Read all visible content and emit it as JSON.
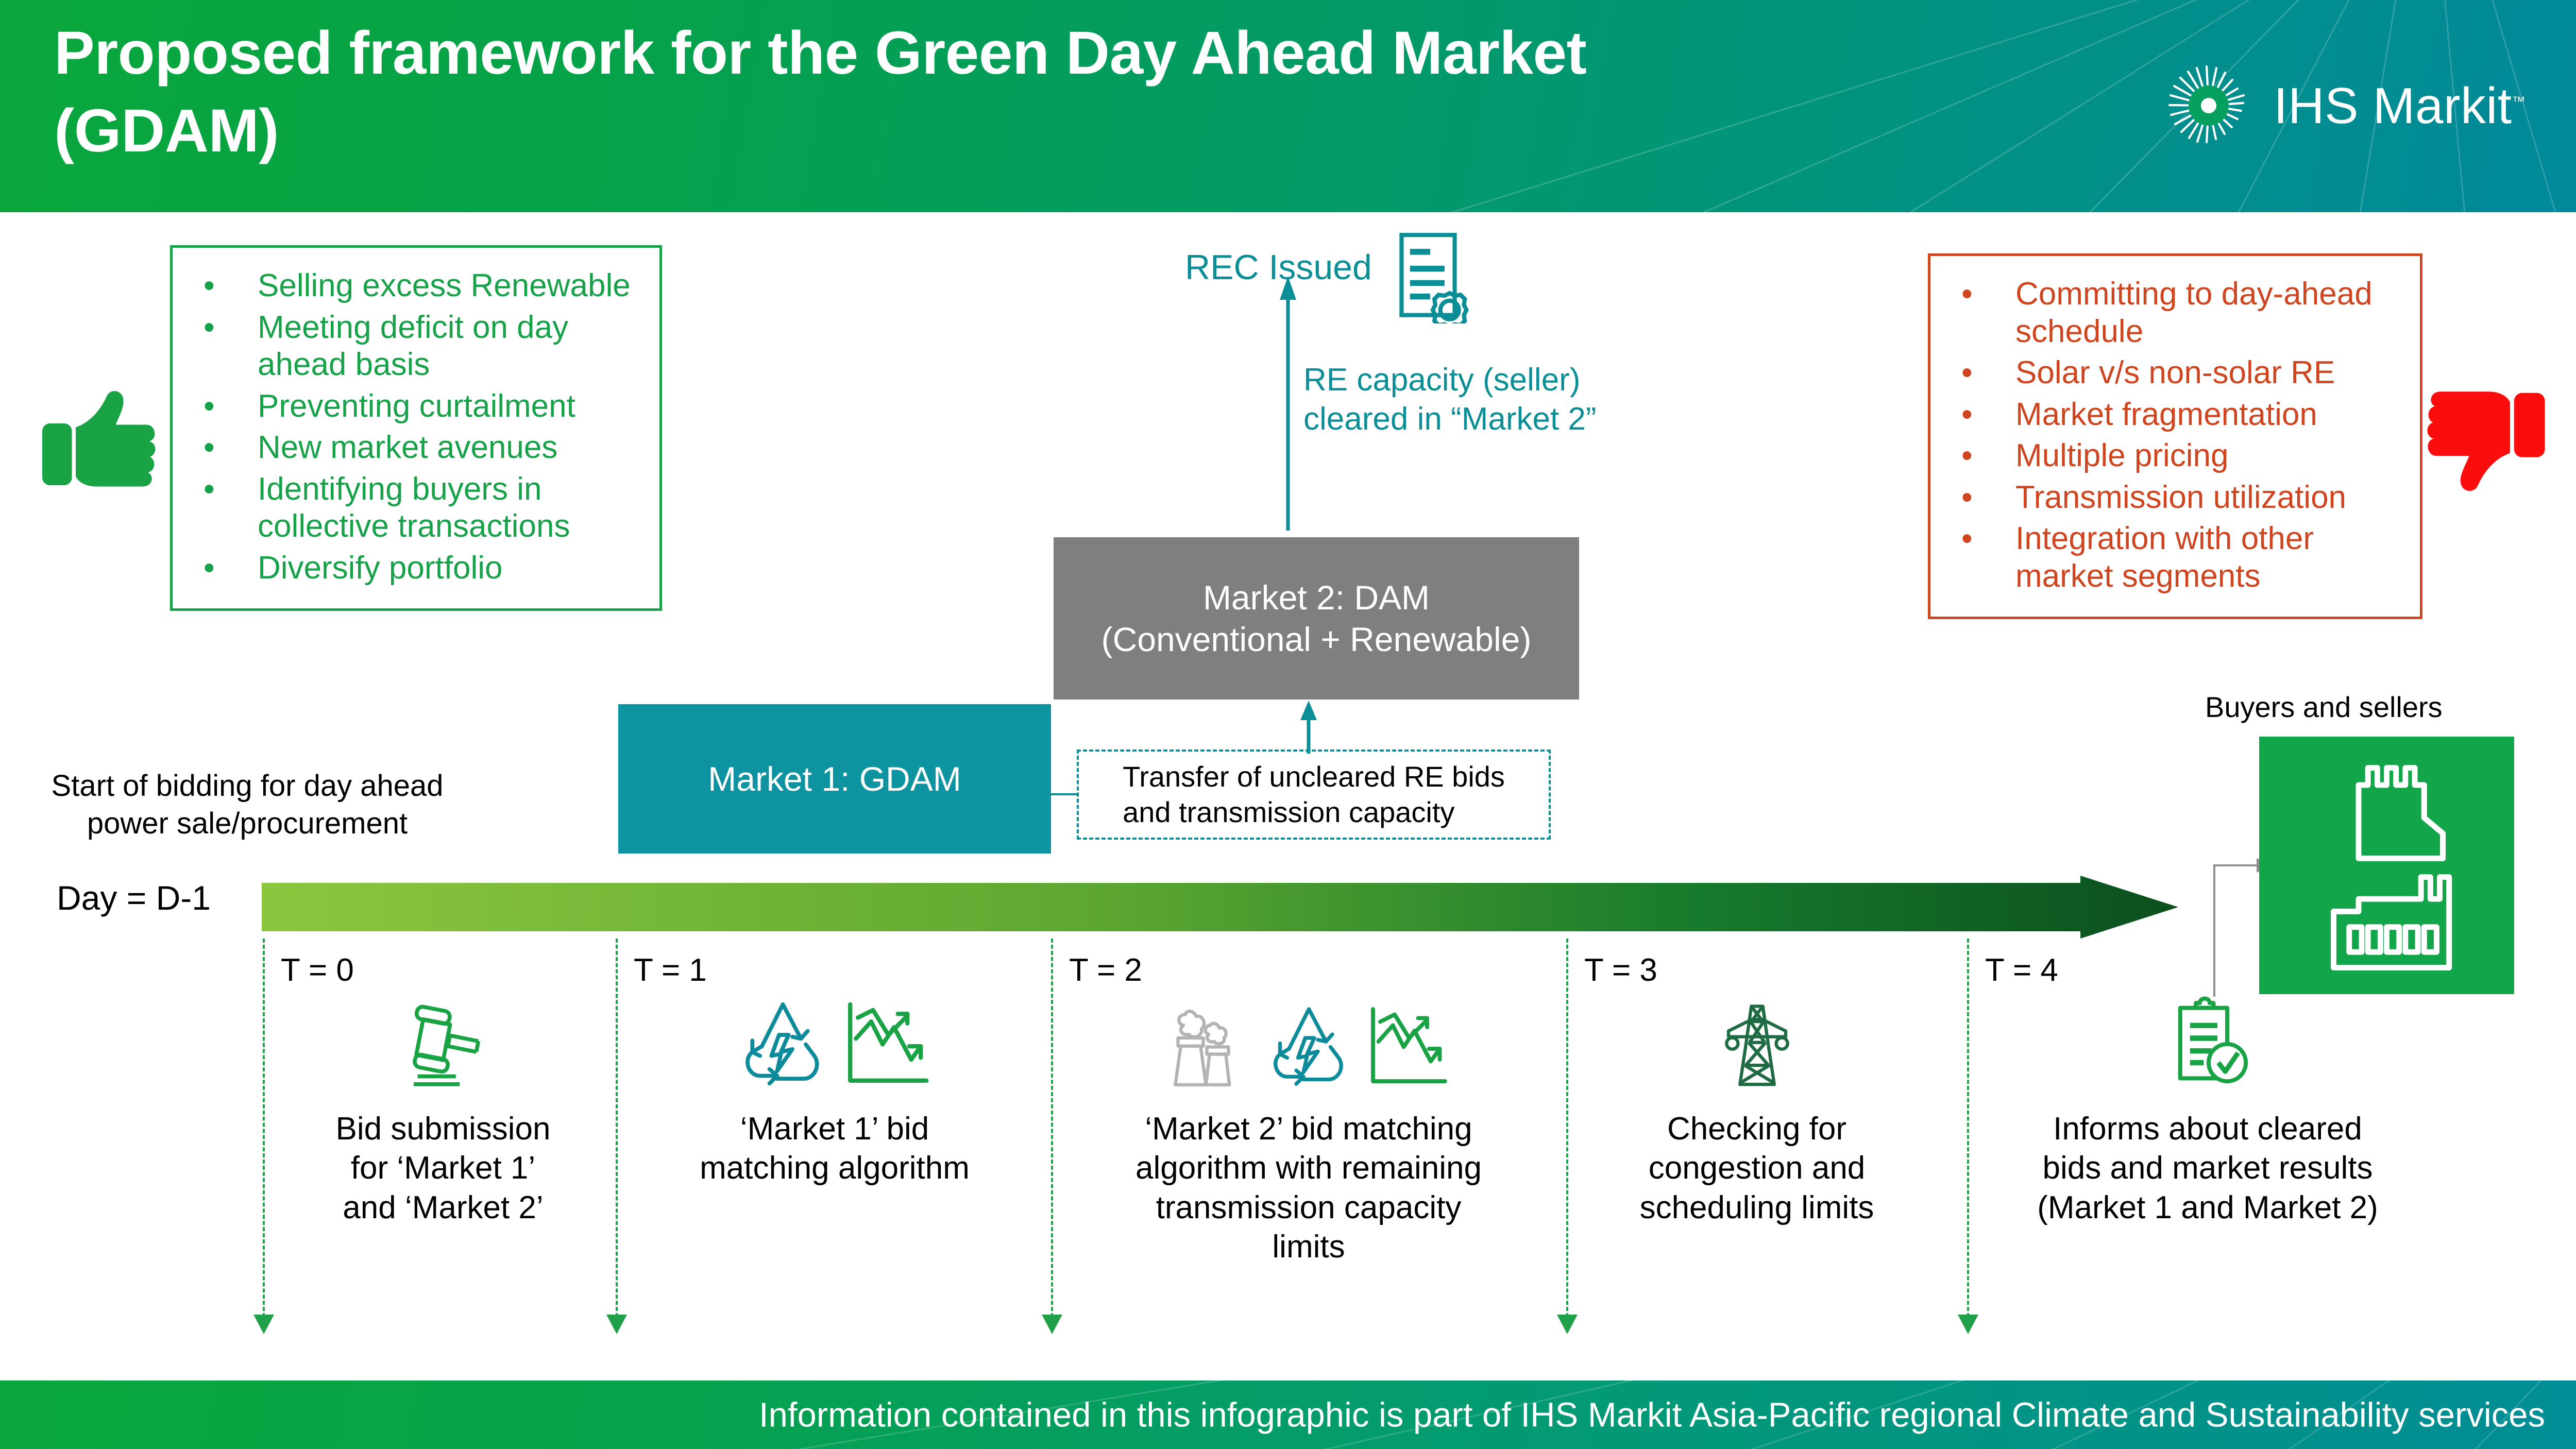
{
  "header": {
    "title": "Proposed framework for the Green Day Ahead Market\n(GDAM)",
    "logo_word": "IHS Markit",
    "logo_tm": "™",
    "logo_mark_name": "ihs-markit-spiral-logo",
    "gradient_from": "#0aa63c",
    "gradient_to": "#01899a"
  },
  "footer": {
    "text": "Information contained in this infographic is part of IHS Markit Asia-Pacific regional Climate and Sustainability services"
  },
  "pros": {
    "bullet": "•",
    "color": "#17a24a",
    "items": [
      "Selling excess Renewable",
      "Meeting deficit on day ahead basis",
      "Preventing curtailment",
      "New market avenues",
      "Identifying buyers in collective transactions",
      "Diversify portfolio"
    ]
  },
  "cons": {
    "bullet": "•",
    "color": "#cf4520",
    "items": [
      "Committing to day-ahead schedule",
      "Solar v/s non-solar RE",
      "Market fragmentation",
      "Multiple pricing",
      "Transmission utilization",
      "Integration with other market segments"
    ]
  },
  "rec": {
    "label": "REC Issued",
    "caption": "RE capacity (seller)\ncleared in “Market 2”",
    "color": "#0b8e96"
  },
  "markets": {
    "market2": {
      "label": "Market 2: DAM\n(Conventional + Renewable)",
      "color": "#7f7f7f"
    },
    "market1": {
      "label": "Market 1: GDAM",
      "color": "#0e93a0"
    },
    "transfer": {
      "label": "Transfer of uncleared RE bids\nand transmission capacity"
    }
  },
  "timeline": {
    "start_label": "Start of bidding for day ahead\npower sale/procurement",
    "day_label": "Day = D-1",
    "arrow_from": "#8cc63f",
    "arrow_to": "#0e5c23",
    "ticks": [
      "T = 0",
      "T = 1",
      "T = 2",
      "T = 3",
      "T = 4"
    ]
  },
  "stages": [
    {
      "tick": "T = 0",
      "icons": [
        "gavel-icon"
      ],
      "text": "Bid submission\nfor ‘Market 1’\nand ‘Market 2’"
    },
    {
      "tick": "T = 1",
      "icons": [
        "renewable-energy-recycle-icon",
        "line-chart-icon"
      ],
      "text": "‘Market 1’ bid\nmatching algorithm"
    },
    {
      "tick": "T = 2",
      "icons": [
        "power-plant-icon",
        "renewable-energy-recycle-icon",
        "line-chart-icon"
      ],
      "text": "‘Market 2’ bid matching\nalgorithm with remaining\ntransmission capacity\nlimits"
    },
    {
      "tick": "T = 3",
      "icons": [
        "transmission-tower-icon"
      ],
      "text": "Checking for\ncongestion and\nscheduling limits"
    },
    {
      "tick": "T = 4",
      "icons": [
        "clipboard-check-icon"
      ],
      "text": "Informs about cleared\nbids and market results\n(Market 1 and Market 2)"
    }
  ],
  "buyers": {
    "label": "Buyers and sellers",
    "box_color": "#12a54a",
    "icons": [
      "factory-icon",
      "industrial-building-icon"
    ]
  }
}
